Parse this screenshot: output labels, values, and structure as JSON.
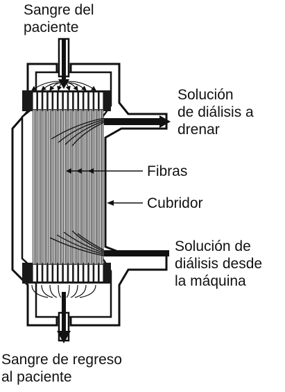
{
  "labels": {
    "blood_in": [
      "Sangre del",
      "paciente"
    ],
    "dialysate_out": [
      "Solución",
      "de diálisis a",
      "drenar"
    ],
    "fibers": "Fibras",
    "casing": "Cubridor",
    "dialysate_in": [
      "Solución de",
      "diálisis desde",
      "la máquina"
    ],
    "blood_out": [
      "Sangre de regreso",
      "al paciente"
    ]
  },
  "colors": {
    "stroke": "#111111",
    "fill": "#ffffff",
    "header_band": "#1a1a1a",
    "fiber_dark": "#555555",
    "fiber_light": "#bdbdbd"
  }
}
